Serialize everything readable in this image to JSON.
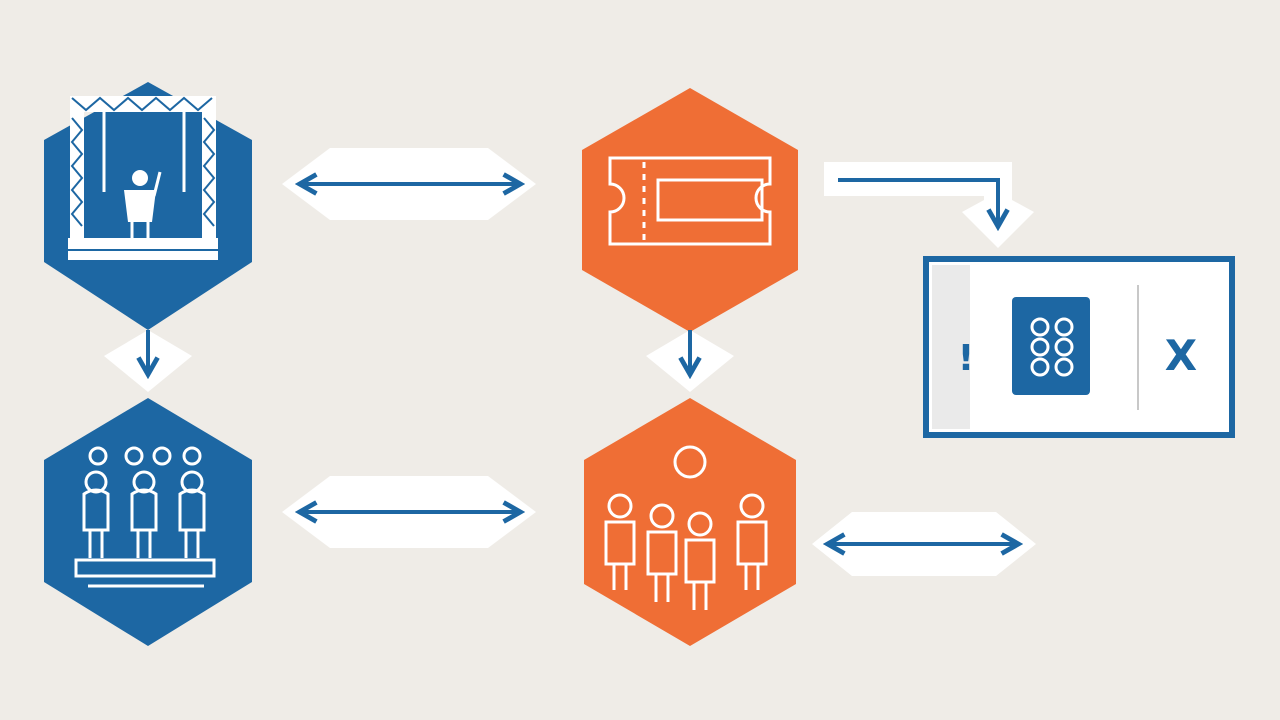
{
  "colors": {
    "background": "#efece7",
    "blue": "#1d67a3",
    "orange": "#ef6e35",
    "white": "#ffffff"
  },
  "nodes": [
    {
      "id": "stage",
      "shape": "hexagon",
      "color": "blue",
      "icon": "stage-performer-icon"
    },
    {
      "id": "ticket",
      "shape": "hexagon",
      "color": "orange",
      "icon": "ticket-icon"
    },
    {
      "id": "audience",
      "shape": "hexagon",
      "color": "blue",
      "icon": "seated-audience-icon"
    },
    {
      "id": "crowd",
      "shape": "hexagon",
      "color": "orange",
      "icon": "crowd-people-icon"
    }
  ],
  "connectors": [
    {
      "from": "stage",
      "to": "ticket",
      "type": "bidirectional"
    },
    {
      "from": "stage",
      "to": "audience",
      "type": "down"
    },
    {
      "from": "ticket",
      "to": "crowd",
      "type": "down"
    },
    {
      "from": "audience",
      "to": "crowd",
      "type": "bidirectional"
    },
    {
      "from": "ticket",
      "to": "access-panel",
      "type": "elbow-down"
    },
    {
      "from": "crowd",
      "to": "offscreen",
      "type": "bidirectional"
    }
  ],
  "panel": {
    "left_glyph": "!",
    "right_glyph": "X",
    "icon": "keypad-icon"
  }
}
